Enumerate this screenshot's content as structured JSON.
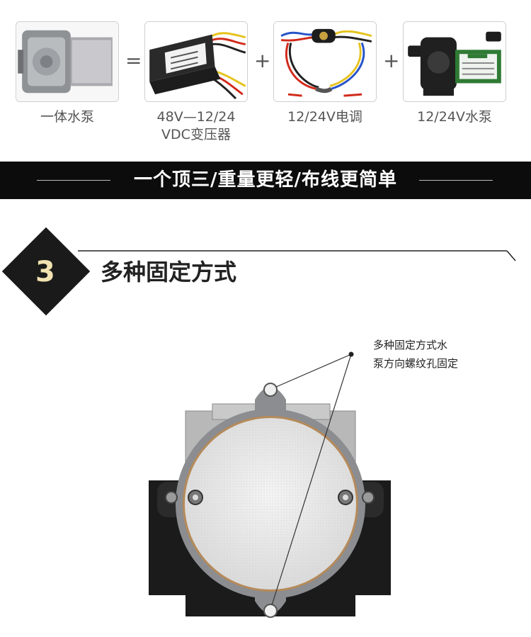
{
  "components": [
    {
      "caption": "一体水泵",
      "icon": "integrated-pump-icon"
    },
    {
      "caption": "48V—12/24\nVDC变压器",
      "icon": "transformer-icon"
    },
    {
      "caption": "12/24V电调",
      "icon": "speed-controller-icon"
    },
    {
      "caption": "12/24V水泵",
      "icon": "water-pump-icon"
    }
  ],
  "operators": [
    "=",
    "+",
    "+"
  ],
  "banner": {
    "text": "一个顶三/重量更轻/布线更简单"
  },
  "section": {
    "number": "3",
    "title": "多种固定方式"
  },
  "annotation": {
    "line1": "多种固定方式水",
    "line2": "泵方向螺纹孔固定"
  },
  "colors": {
    "banner_bg": "#0c0c0c",
    "badge_text": "#f1e2b0",
    "pump_body": "#1b1b1b",
    "plate_ring": "#b58a5a"
  }
}
